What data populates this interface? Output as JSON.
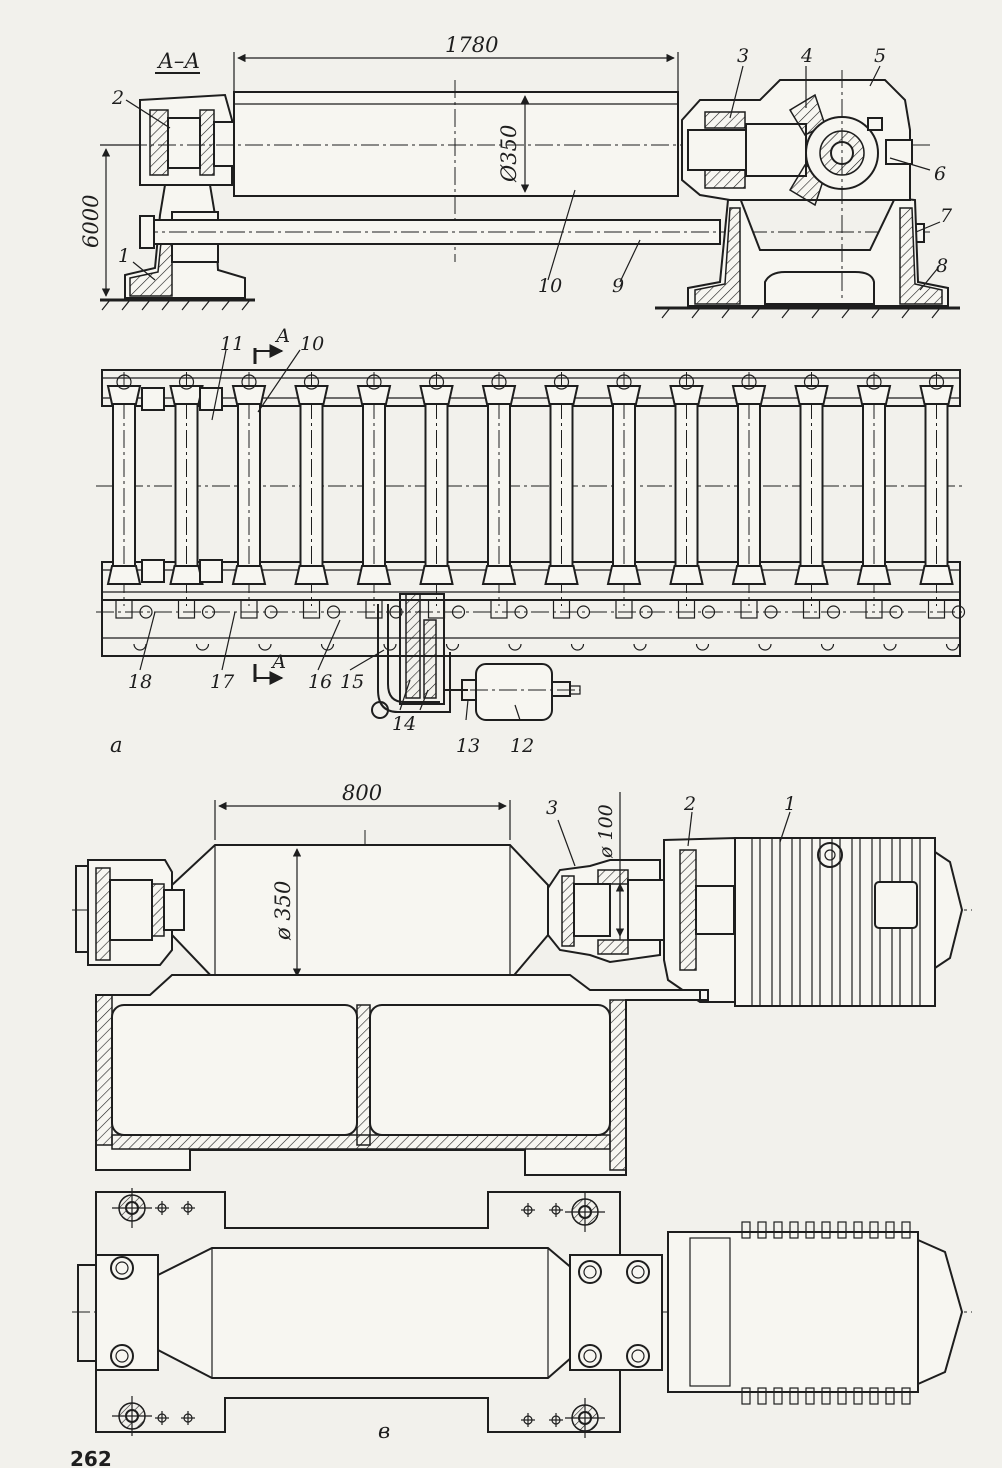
{
  "figure_a": {
    "section_label": "А–А",
    "dims": {
      "length": "1780",
      "diameter": "Ø350",
      "height": "6000"
    },
    "section_labels": [
      "1",
      "2",
      "3",
      "4",
      "5",
      "6",
      "7",
      "8",
      "9",
      "10"
    ],
    "plan_labels": [
      "11",
      "10",
      "18",
      "17",
      "16",
      "15",
      "14",
      "13",
      "12"
    ],
    "section_mark": "А",
    "caption": "а"
  },
  "figure_b": {
    "dims": {
      "length": "800",
      "diameter": "ø 350",
      "shaft": "ø 100"
    },
    "labels": [
      "3",
      "2",
      "1"
    ]
  },
  "figure_c": {
    "caption": "в"
  },
  "page_number": "262"
}
